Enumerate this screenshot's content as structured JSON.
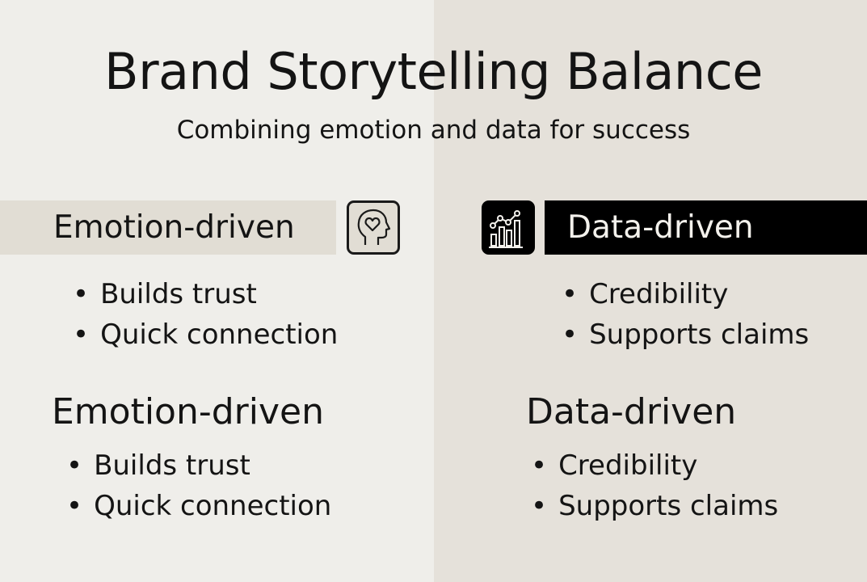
{
  "title": "Brand Storytelling Balance",
  "subtitle": "Combining emotion and data for success",
  "top": {
    "emotion": {
      "heading": "Emotion-driven",
      "icon": "head-heart-icon",
      "bullets": [
        "Builds trust",
        "Quick connection"
      ]
    },
    "data": {
      "heading": "Data-driven",
      "icon": "bar-line-chart-icon",
      "bullets": [
        "Credibility",
        "Supports claims"
      ]
    }
  },
  "bottom": {
    "emotion": {
      "heading": "Emotion-driven",
      "bullets": [
        "Builds trust",
        "Quick connection"
      ]
    },
    "data": {
      "heading": "Data-driven",
      "bullets": [
        "Credibility",
        "Supports claims"
      ]
    }
  }
}
